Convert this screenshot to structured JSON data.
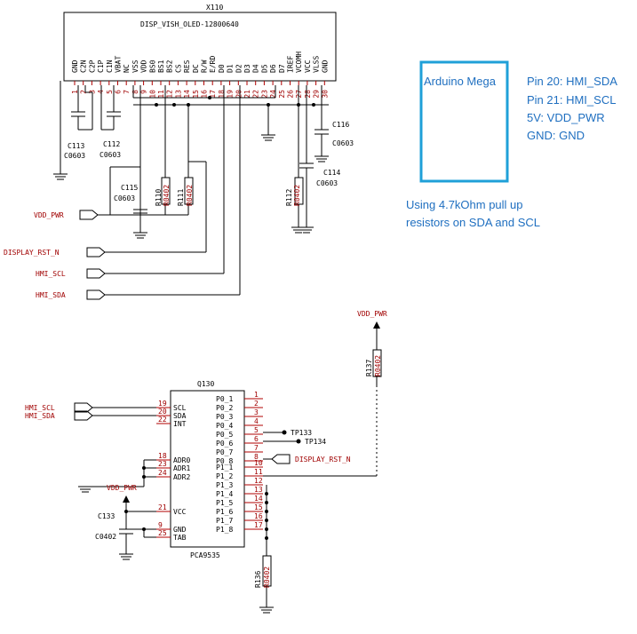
{
  "display": {
    "ref": "X110",
    "part": "DISP_VISH_OLED-12800640",
    "pins": [
      {
        "num": "1",
        "name": "GND"
      },
      {
        "num": "2",
        "name": "C2N"
      },
      {
        "num": "3",
        "name": "C2P"
      },
      {
        "num": "4",
        "name": "C1P"
      },
      {
        "num": "5",
        "name": "C1N"
      },
      {
        "num": "6",
        "name": "VBAT"
      },
      {
        "num": "7",
        "name": "NC"
      },
      {
        "num": "8",
        "name": "VSS"
      },
      {
        "num": "9",
        "name": "VDD"
      },
      {
        "num": "10",
        "name": "BS0"
      },
      {
        "num": "11",
        "name": "BS1"
      },
      {
        "num": "12",
        "name": "BS2"
      },
      {
        "num": "13",
        "name": "CS"
      },
      {
        "num": "14",
        "name": "RES"
      },
      {
        "num": "15",
        "name": "DC"
      },
      {
        "num": "16",
        "name": "R/W"
      },
      {
        "num": "17",
        "name": "E/RD"
      },
      {
        "num": "18",
        "name": "D0"
      },
      {
        "num": "19",
        "name": "D1"
      },
      {
        "num": "20",
        "name": "D2"
      },
      {
        "num": "21",
        "name": "D3"
      },
      {
        "num": "22",
        "name": "D4"
      },
      {
        "num": "23",
        "name": "D5"
      },
      {
        "num": "24",
        "name": "D6"
      },
      {
        "num": "25",
        "name": "D7"
      },
      {
        "num": "26",
        "name": "IREF"
      },
      {
        "num": "27",
        "name": "VCOMH"
      },
      {
        "num": "28",
        "name": "VCC"
      },
      {
        "num": "29",
        "name": "VLSS"
      },
      {
        "num": "30",
        "name": "GND"
      }
    ]
  },
  "caps": {
    "c113": {
      "ref": "C113",
      "pkg": "C0603"
    },
    "c112": {
      "ref": "C112",
      "pkg": "C0603"
    },
    "c115": {
      "ref": "C115",
      "pkg": "C0603"
    },
    "c116": {
      "ref": "C116",
      "pkg": "C0603"
    },
    "c114": {
      "ref": "C114",
      "pkg": "C0603"
    },
    "c133": {
      "ref": "C133",
      "pkg": "C0402"
    }
  },
  "resistors": {
    "r110": {
      "ref": "R110",
      "pkg": "R0402"
    },
    "r111": {
      "ref": "R111",
      "pkg": "R0402"
    },
    "r112": {
      "ref": "R112",
      "pkg": "R0402"
    },
    "r137": {
      "ref": "R137",
      "pkg": "R0402"
    },
    "r136": {
      "ref": "R136",
      "pkg": "R0402"
    }
  },
  "nets": {
    "vdd_pwr": "VDD_PWR",
    "display_rst_n": "DISPLAY_RST_N",
    "hmi_scl": "HMI_SCL",
    "hmi_sda": "HMI_SDA",
    "tp133": "TP133",
    "tp134": "TP134"
  },
  "expander": {
    "ref": "Q130",
    "part": "PCA9535",
    "left_pins": [
      {
        "num": "19",
        "name": "SCL"
      },
      {
        "num": "20",
        "name": "SDA"
      },
      {
        "num": "22",
        "name": "INT"
      },
      {
        "num": "18",
        "name": "ADR0"
      },
      {
        "num": "23",
        "name": "ADR1"
      },
      {
        "num": "24",
        "name": "ADR2"
      },
      {
        "num": "21",
        "name": "VCC"
      },
      {
        "num": "9",
        "name": "GND"
      },
      {
        "num": "25",
        "name": "TAB"
      }
    ],
    "right_pins": [
      {
        "num": "1",
        "name": "P0_1"
      },
      {
        "num": "2",
        "name": "P0_2"
      },
      {
        "num": "3",
        "name": "P0_3"
      },
      {
        "num": "4",
        "name": "P0_4"
      },
      {
        "num": "5",
        "name": "P0_5"
      },
      {
        "num": "6",
        "name": "P0_6"
      },
      {
        "num": "7",
        "name": "P0_7"
      },
      {
        "num": "8",
        "name": "P0_8"
      },
      {
        "num": "10",
        "name": "P1_1"
      },
      {
        "num": "11",
        "name": "P1_2"
      },
      {
        "num": "12",
        "name": "P1_3"
      },
      {
        "num": "13",
        "name": "P1_4"
      },
      {
        "num": "14",
        "name": "P1_5"
      },
      {
        "num": "15",
        "name": "P1_6"
      },
      {
        "num": "16",
        "name": "P1_7"
      },
      {
        "num": "17",
        "name": "P1_8"
      }
    ]
  },
  "annotation": {
    "board_label": "Arduino Mega",
    "pin_notes": [
      "Pin 20: HMI_SDA",
      "Pin 21: HMI_SCL",
      "5V: VDD_PWR",
      "GND: GND"
    ],
    "pullup_note": [
      "Using 4.7kOhm pull up",
      "resistors on SDA and SCL"
    ],
    "box_color": "#1fa0d8",
    "text_color": "#1f6fc0"
  }
}
